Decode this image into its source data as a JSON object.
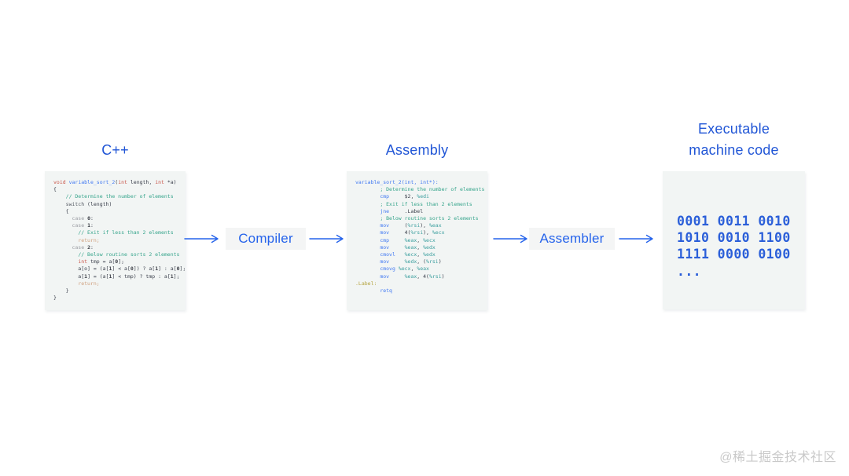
{
  "stages": {
    "cpp": {
      "title": "C++"
    },
    "assembly": {
      "title": "Assembly"
    },
    "machine": {
      "title_line1": "Executable",
      "title_line2": "machine code"
    }
  },
  "transforms": {
    "compiler": "Compiler",
    "assembler": "Assembler"
  },
  "colors": {
    "heading_blue": "#2156d6",
    "arrow_blue": "#2563eb",
    "panel_bg": "#f2f5f4",
    "box_bg": "#f4f5f5",
    "binary_blue": "#2b5fd9",
    "comment_teal": "#35a48b",
    "type_coral": "#c9564a",
    "opcode_blue": "#4078f2",
    "register_teal": "#3a9e9e",
    "label_olive": "#b3a23c"
  },
  "cpp_code": [
    [
      {
        "t": "void ",
        "c": "type"
      },
      {
        "t": "variable_sort_2",
        "c": "fn"
      },
      {
        "t": "(",
        "c": "plain"
      },
      {
        "t": "int",
        "c": "type"
      },
      {
        "t": " length, ",
        "c": "plain"
      },
      {
        "t": "int",
        "c": "type"
      },
      {
        "t": " *a)",
        "c": "plain"
      }
    ],
    [
      {
        "t": "{",
        "c": "plain"
      }
    ],
    [
      {
        "t": "    ",
        "c": "plain"
      },
      {
        "t": "// Determine the number of elements",
        "c": "comment"
      }
    ],
    [
      {
        "t": "    ",
        "c": "plain"
      },
      {
        "t": "switch",
        "c": "kw"
      },
      {
        "t": " (length)",
        "c": "plain"
      }
    ],
    [
      {
        "t": "    {",
        "c": "plain"
      }
    ],
    [
      {
        "t": "      ",
        "c": "plain"
      },
      {
        "t": "case",
        "c": "case"
      },
      {
        "t": " ",
        "c": "plain"
      },
      {
        "t": "0",
        "c": "num"
      },
      {
        "t": ":",
        "c": "plain"
      }
    ],
    [
      {
        "t": "      ",
        "c": "plain"
      },
      {
        "t": "case",
        "c": "case"
      },
      {
        "t": " ",
        "c": "plain"
      },
      {
        "t": "1",
        "c": "num"
      },
      {
        "t": ":",
        "c": "plain"
      }
    ],
    [
      {
        "t": "        ",
        "c": "plain"
      },
      {
        "t": "// Exit if less than 2 elements",
        "c": "comment"
      }
    ],
    [
      {
        "t": "        ",
        "c": "plain"
      },
      {
        "t": "return;",
        "c": "ret"
      }
    ],
    [
      {
        "t": "      ",
        "c": "plain"
      },
      {
        "t": "case",
        "c": "case"
      },
      {
        "t": " ",
        "c": "plain"
      },
      {
        "t": "2",
        "c": "num"
      },
      {
        "t": ":",
        "c": "plain"
      }
    ],
    [
      {
        "t": "        ",
        "c": "plain"
      },
      {
        "t": "// Below routine sorts 2 elements",
        "c": "comment"
      }
    ],
    [
      {
        "t": "        ",
        "c": "plain"
      },
      {
        "t": "int",
        "c": "type"
      },
      {
        "t": " tmp = a[",
        "c": "plain"
      },
      {
        "t": "0",
        "c": "num"
      },
      {
        "t": "];",
        "c": "plain"
      }
    ],
    [
      {
        "t": "        a[o] = (a[",
        "c": "plain"
      },
      {
        "t": "1",
        "c": "num"
      },
      {
        "t": "] < a[",
        "c": "plain"
      },
      {
        "t": "0",
        "c": "num"
      },
      {
        "t": "]) ? a[",
        "c": "plain"
      },
      {
        "t": "1",
        "c": "num"
      },
      {
        "t": "] : a[",
        "c": "plain"
      },
      {
        "t": "0",
        "c": "num"
      },
      {
        "t": "];",
        "c": "plain"
      }
    ],
    [
      {
        "t": "        a[",
        "c": "plain"
      },
      {
        "t": "1",
        "c": "num"
      },
      {
        "t": "] = (a[",
        "c": "plain"
      },
      {
        "t": "1",
        "c": "num"
      },
      {
        "t": "] < tmp) ? tmp : a[",
        "c": "plain"
      },
      {
        "t": "1",
        "c": "num"
      },
      {
        "t": "];",
        "c": "plain"
      }
    ],
    [
      {
        "t": "        ",
        "c": "plain"
      },
      {
        "t": "return;",
        "c": "ret"
      }
    ],
    [
      {
        "t": "    }",
        "c": "plain"
      }
    ],
    [
      {
        "t": "}",
        "c": "plain"
      }
    ]
  ],
  "asm_code": [
    [
      {
        "t": "variable_sort_2(int, int*):",
        "c": "fn"
      }
    ],
    [
      {
        "t": "        ",
        "c": "plain"
      },
      {
        "t": "; Determine the number of elements",
        "c": "comment"
      }
    ],
    [
      {
        "t": "        ",
        "c": "plain"
      },
      {
        "t": "cmp",
        "c": "op"
      },
      {
        "t": "     $2, ",
        "c": "plain"
      },
      {
        "t": "%edi",
        "c": "reg"
      }
    ],
    [
      {
        "t": "        ",
        "c": "plain"
      },
      {
        "t": "; Exit if less than 2 elements",
        "c": "comment"
      }
    ],
    [
      {
        "t": "        ",
        "c": "plain"
      },
      {
        "t": "jne",
        "c": "op"
      },
      {
        "t": "     .Label",
        "c": "plain"
      }
    ],
    [
      {
        "t": "        ",
        "c": "plain"
      },
      {
        "t": "; Below routine sorts 2 elements",
        "c": "comment"
      }
    ],
    [
      {
        "t": "        ",
        "c": "plain"
      },
      {
        "t": "mov",
        "c": "op"
      },
      {
        "t": "     (",
        "c": "plain"
      },
      {
        "t": "%rsi",
        "c": "reg"
      },
      {
        "t": "), ",
        "c": "plain"
      },
      {
        "t": "%eax",
        "c": "reg"
      }
    ],
    [
      {
        "t": "        ",
        "c": "plain"
      },
      {
        "t": "mov",
        "c": "op"
      },
      {
        "t": "     4(",
        "c": "plain"
      },
      {
        "t": "%rsi",
        "c": "reg"
      },
      {
        "t": "), ",
        "c": "plain"
      },
      {
        "t": "%ecx",
        "c": "reg"
      }
    ],
    [
      {
        "t": "        ",
        "c": "plain"
      },
      {
        "t": "cmp",
        "c": "op"
      },
      {
        "t": "     ",
        "c": "plain"
      },
      {
        "t": "%eax",
        "c": "reg"
      },
      {
        "t": ", ",
        "c": "plain"
      },
      {
        "t": "%ecx",
        "c": "reg"
      }
    ],
    [
      {
        "t": "        ",
        "c": "plain"
      },
      {
        "t": "mov",
        "c": "op"
      },
      {
        "t": "     ",
        "c": "plain"
      },
      {
        "t": "%eax",
        "c": "reg"
      },
      {
        "t": ", ",
        "c": "plain"
      },
      {
        "t": "%edx",
        "c": "reg"
      }
    ],
    [
      {
        "t": "        ",
        "c": "plain"
      },
      {
        "t": "cmovl",
        "c": "op"
      },
      {
        "t": "   ",
        "c": "plain"
      },
      {
        "t": "%ecx",
        "c": "reg"
      },
      {
        "t": ", ",
        "c": "plain"
      },
      {
        "t": "%edx",
        "c": "reg"
      }
    ],
    [
      {
        "t": "        ",
        "c": "plain"
      },
      {
        "t": "mov",
        "c": "op"
      },
      {
        "t": "     ",
        "c": "plain"
      },
      {
        "t": "%edx",
        "c": "reg"
      },
      {
        "t": ", (",
        "c": "plain"
      },
      {
        "t": "%rsi",
        "c": "reg"
      },
      {
        "t": ")",
        "c": "plain"
      }
    ],
    [
      {
        "t": "        ",
        "c": "plain"
      },
      {
        "t": "cmovg",
        "c": "op"
      },
      {
        "t": " ",
        "c": "plain"
      },
      {
        "t": "%ecx",
        "c": "reg"
      },
      {
        "t": ", ",
        "c": "plain"
      },
      {
        "t": "%eax",
        "c": "reg"
      }
    ],
    [
      {
        "t": "        ",
        "c": "plain"
      },
      {
        "t": "mov",
        "c": "op"
      },
      {
        "t": "     ",
        "c": "plain"
      },
      {
        "t": "%eax",
        "c": "reg"
      },
      {
        "t": ", 4(",
        "c": "plain"
      },
      {
        "t": "%rsi",
        "c": "reg"
      },
      {
        "t": ")",
        "c": "plain"
      }
    ],
    [
      {
        "t": ".Label:",
        "c": "label"
      }
    ],
    [
      {
        "t": "        ",
        "c": "plain"
      },
      {
        "t": "retq",
        "c": "op"
      }
    ]
  ],
  "machine_code": {
    "rows": [
      "0001 0011 0010",
      "1010 0010 1100",
      "1111 0000 0100"
    ],
    "ellipsis": "..."
  },
  "watermark": "@稀土掘金技术社区"
}
